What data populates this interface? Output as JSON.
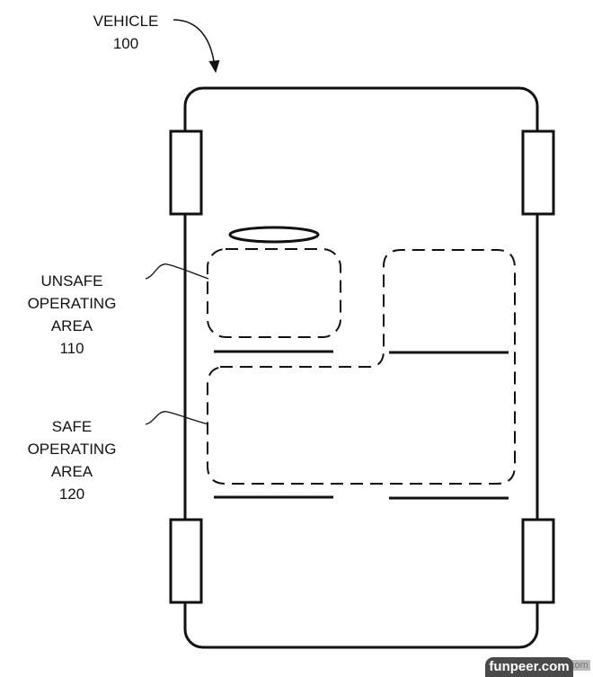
{
  "labels": {
    "vehicle": {
      "name": "VEHICLE",
      "ref": "100"
    },
    "unsafe": {
      "line1": "UNSAFE",
      "line2": "OPERATING",
      "line3": "AREA",
      "ref": "110"
    },
    "safe": {
      "line1": "SAFE",
      "line2": "OPERATING",
      "line3": "AREA",
      "ref": "120"
    }
  },
  "watermark": {
    "text": "funpeer.com",
    "suffix": "com"
  }
}
